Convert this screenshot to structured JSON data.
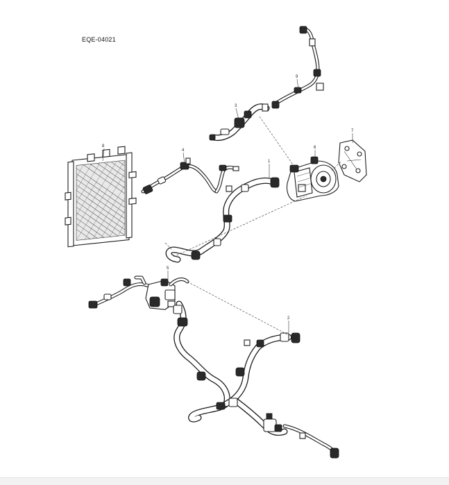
{
  "figure": {
    "code": "EQE-04021",
    "callouts": [
      {
        "id": "c1",
        "label": "1"
      },
      {
        "id": "c2",
        "label": "2"
      },
      {
        "id": "c3",
        "label": "3"
      },
      {
        "id": "c4",
        "label": "4"
      },
      {
        "id": "c5",
        "label": "5"
      },
      {
        "id": "c6",
        "label": "6"
      },
      {
        "id": "c7",
        "label": "7"
      },
      {
        "id": "c8",
        "label": "8"
      },
      {
        "id": "c9",
        "label": "9"
      }
    ]
  }
}
